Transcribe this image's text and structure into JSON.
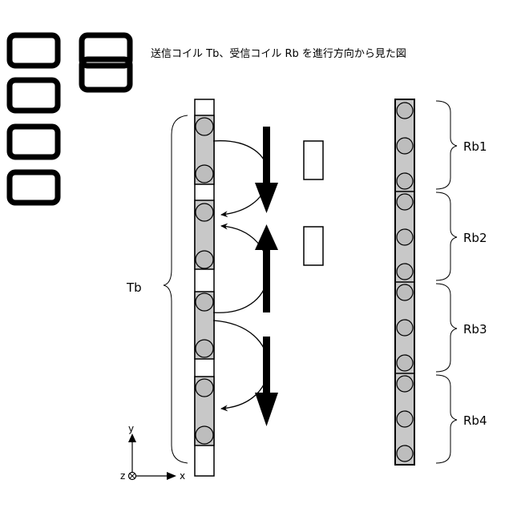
{
  "title": "送信コイル Tb、受信コイル Rb を進行方向から見た図",
  "labels": {
    "tb": "Tb",
    "rb1": "Rb1",
    "rb2": "Rb2",
    "rb3": "Rb3",
    "rb4": "Rb4"
  },
  "axes": {
    "y": "y",
    "x": "x",
    "z": "z"
  }
}
